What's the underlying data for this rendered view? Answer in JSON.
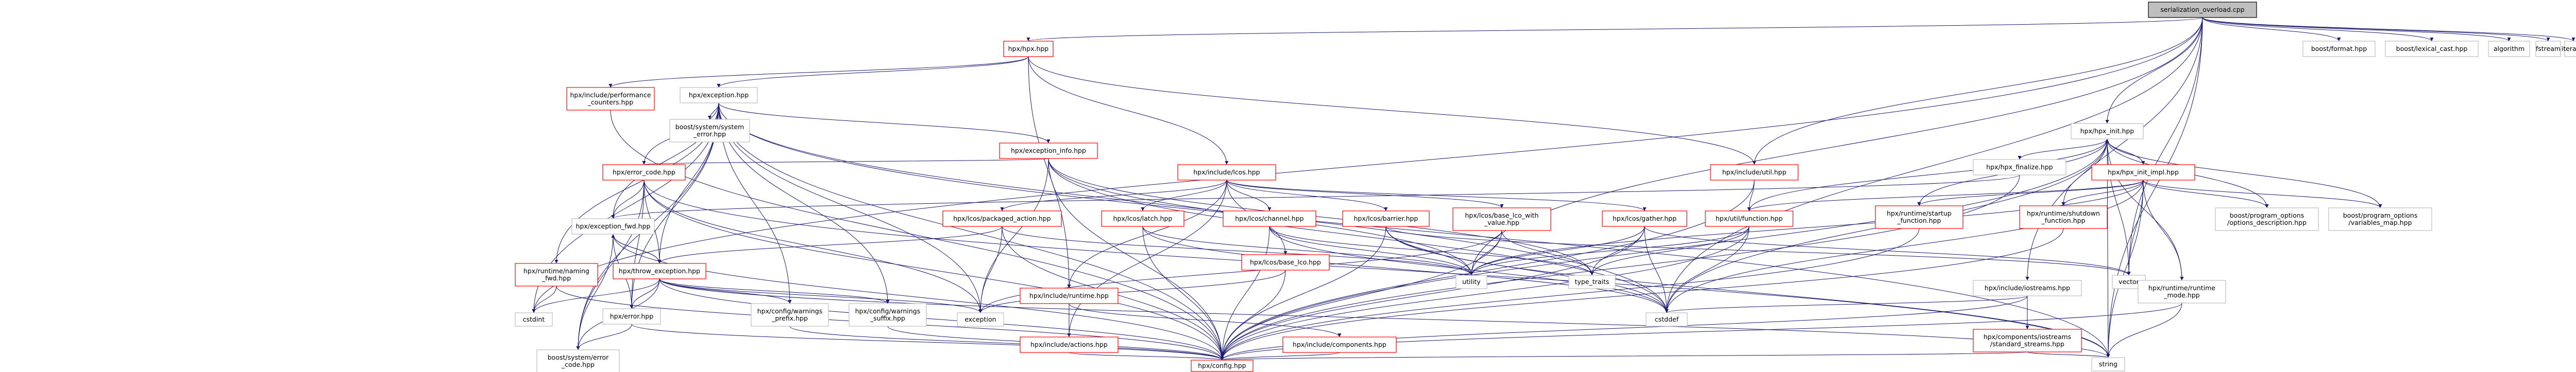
{
  "title": "serialization_overload.cpp",
  "colors": {
    "root_fill": "#bfbfbf",
    "normal_border": "#bfbfbf",
    "linked_border": "#ff0000",
    "edge": "#191970"
  },
  "nodes": [
    {
      "id": "root",
      "label": [
        "serialization_overload.cpp"
      ],
      "kind": "root"
    },
    {
      "id": "hpx_hpp",
      "label": [
        "hpx/hpx.hpp"
      ],
      "kind": "linked"
    },
    {
      "id": "perf_counters",
      "label": [
        "hpx/include/performance",
        "_counters.hpp"
      ],
      "kind": "linked"
    },
    {
      "id": "exception_hpp",
      "label": [
        "hpx/exception.hpp"
      ],
      "kind": "normal"
    },
    {
      "id": "boost_system_error",
      "label": [
        "boost/system/system",
        "_error.hpp"
      ],
      "kind": "normal"
    },
    {
      "id": "exception_info",
      "label": [
        "hpx/exception_info.hpp"
      ],
      "kind": "linked"
    },
    {
      "id": "error_code",
      "label": [
        "hpx/error_code.hpp"
      ],
      "kind": "linked"
    },
    {
      "id": "exception_fwd",
      "label": [
        "hpx/exception_fwd.hpp"
      ],
      "kind": "normal"
    },
    {
      "id": "throw_exception",
      "label": [
        "hpx/throw_exception.hpp"
      ],
      "kind": "linked"
    },
    {
      "id": "error_hpp",
      "label": [
        "hpx/error.hpp"
      ],
      "kind": "normal"
    },
    {
      "id": "warnings_prefix",
      "label": [
        "hpx/config/warnings",
        "_prefix.hpp"
      ],
      "kind": "normal"
    },
    {
      "id": "warnings_suffix",
      "label": [
        "hpx/config/warnings",
        "_suffix.hpp"
      ],
      "kind": "normal"
    },
    {
      "id": "config_hpp",
      "label": [
        "hpx/config.hpp"
      ],
      "kind": "linked"
    },
    {
      "id": "boost_error_code",
      "label": [
        "boost/system/error",
        "_code.hpp"
      ],
      "kind": "normal"
    },
    {
      "id": "exception_std",
      "label": [
        "exception"
      ],
      "kind": "normal"
    },
    {
      "id": "cstdint",
      "label": [
        "cstdint"
      ],
      "kind": "normal"
    },
    {
      "id": "warning_fwd",
      "label": [
        "hpx/runtime/naming",
        "_fwd.hpp"
      ],
      "kind": "linked"
    },
    {
      "id": "lcos_hpp",
      "label": [
        "hpx/include/lcos.hpp"
      ],
      "kind": "linked"
    },
    {
      "id": "packaged_action",
      "label": [
        "hpx/lcos/packaged_action.hpp"
      ],
      "kind": "linked"
    },
    {
      "id": "latch",
      "label": [
        "hpx/lcos/latch.hpp"
      ],
      "kind": "linked"
    },
    {
      "id": "channel",
      "label": [
        "hpx/lcos/channel.hpp"
      ],
      "kind": "linked"
    },
    {
      "id": "barrier",
      "label": [
        "hpx/lcos/barrier.hpp"
      ],
      "kind": "linked"
    },
    {
      "id": "base_lco_value",
      "label": [
        "hpx/lcos/base_lco_with",
        "_value.hpp"
      ],
      "kind": "linked"
    },
    {
      "id": "base_lco",
      "label": [
        "hpx/lcos/base_lco.hpp"
      ],
      "kind": "linked"
    },
    {
      "id": "gather",
      "label": [
        "hpx/lcos/gather.hpp"
      ],
      "kind": "linked"
    },
    {
      "id": "include_runtime",
      "label": [
        "hpx/include/runtime.hpp"
      ],
      "kind": "linked"
    },
    {
      "id": "include_actions",
      "label": [
        "hpx/include/actions.hpp"
      ],
      "kind": "linked"
    },
    {
      "id": "include_components",
      "label": [
        "hpx/include/components.hpp"
      ],
      "kind": "linked"
    },
    {
      "id": "include_util",
      "label": [
        "hpx/include/util.hpp"
      ],
      "kind": "linked"
    },
    {
      "id": "util_function",
      "label": [
        "hpx/util/function.hpp"
      ],
      "kind": "linked"
    },
    {
      "id": "utility",
      "label": [
        "utility"
      ],
      "kind": "normal"
    },
    {
      "id": "type_traits",
      "label": [
        "type_traits"
      ],
      "kind": "normal"
    },
    {
      "id": "cstddef",
      "label": [
        "cstddef"
      ],
      "kind": "normal"
    },
    {
      "id": "string",
      "label": [
        "string"
      ],
      "kind": "normal"
    },
    {
      "id": "vector",
      "label": [
        "vector"
      ],
      "kind": "normal"
    },
    {
      "id": "include_iostreams",
      "label": [
        "hpx/include/iostreams.hpp"
      ],
      "kind": "normal"
    },
    {
      "id": "standard_streams",
      "label": [
        "hpx/components/iostreams",
        "/standard_streams.hpp"
      ],
      "kind": "linked"
    },
    {
      "id": "hpx_init",
      "label": [
        "hpx/hpx_init.hpp"
      ],
      "kind": "normal"
    },
    {
      "id": "hpx_finalize",
      "label": [
        "hpx/hpx_finalize.hpp"
      ],
      "kind": "normal"
    },
    {
      "id": "hpx_init_impl",
      "label": [
        "hpx/hpx_init_impl.hpp"
      ],
      "kind": "linked"
    },
    {
      "id": "startup_function",
      "label": [
        "hpx/runtime/startup",
        "_function.hpp"
      ],
      "kind": "linked"
    },
    {
      "id": "shutdown_function",
      "label": [
        "hpx/runtime/shutdown",
        "_function.hpp"
      ],
      "kind": "linked"
    },
    {
      "id": "runtime_mode",
      "label": [
        "hpx/runtime/runtime",
        "_mode.hpp"
      ],
      "kind": "normal"
    },
    {
      "id": "options_description",
      "label": [
        "boost/program_options",
        "/options_description.hpp"
      ],
      "kind": "normal"
    },
    {
      "id": "variables_map",
      "label": [
        "boost/program_options",
        "/variables_map.hpp"
      ],
      "kind": "normal"
    },
    {
      "id": "boost_format",
      "label": [
        "boost/format.hpp"
      ],
      "kind": "normal"
    },
    {
      "id": "lexical_cast",
      "label": [
        "boost/lexical_cast.hpp"
      ],
      "kind": "normal"
    },
    {
      "id": "algorithm",
      "label": [
        "algorithm"
      ],
      "kind": "normal"
    },
    {
      "id": "fstream",
      "label": [
        "fstream"
      ],
      "kind": "normal"
    },
    {
      "id": "iterator",
      "label": [
        "iterator"
      ],
      "kind": "normal"
    }
  ],
  "edges": [
    [
      "root",
      "hpx_hpp"
    ],
    [
      "root",
      "hpx_init"
    ],
    [
      "root",
      "include_iostreams"
    ],
    [
      "root",
      "boost_format"
    ],
    [
      "root",
      "lexical_cast"
    ],
    [
      "root",
      "algorithm"
    ],
    [
      "root",
      "fstream"
    ],
    [
      "root",
      "iterator"
    ],
    [
      "root",
      "string"
    ],
    [
      "root",
      "vector"
    ],
    [
      "root",
      "cstddef"
    ],
    [
      "root",
      "utility"
    ],
    [
      "root",
      "cstdint"
    ],
    [
      "root",
      "include_util"
    ],
    [
      "hpx_hpp",
      "perf_counters"
    ],
    [
      "hpx_hpp",
      "exception_hpp"
    ],
    [
      "hpx_hpp",
      "lcos_hpp"
    ],
    [
      "hpx_hpp",
      "include_util"
    ],
    [
      "hpx_hpp",
      "include_runtime"
    ],
    [
      "perf_counters",
      "config_hpp"
    ],
    [
      "exception_hpp",
      "boost_system_error"
    ],
    [
      "exception_hpp",
      "exception_info"
    ],
    [
      "exception_hpp",
      "error_code"
    ],
    [
      "exception_hpp",
      "exception_fwd"
    ],
    [
      "exception_hpp",
      "throw_exception"
    ],
    [
      "exception_hpp",
      "error_hpp"
    ],
    [
      "exception_hpp",
      "warnings_prefix"
    ],
    [
      "exception_hpp",
      "warnings_suffix"
    ],
    [
      "exception_hpp",
      "config_hpp"
    ],
    [
      "exception_hpp",
      "boost_error_code"
    ],
    [
      "exception_hpp",
      "exception_std"
    ],
    [
      "exception_hpp",
      "cstdint"
    ],
    [
      "exception_hpp",
      "string"
    ],
    [
      "exception_hpp",
      "cstddef"
    ],
    [
      "exception_hpp",
      "warning_fwd"
    ],
    [
      "exception_info",
      "error_code"
    ],
    [
      "exception_info",
      "config_hpp"
    ],
    [
      "exception_info",
      "exception_std"
    ],
    [
      "exception_info",
      "utility"
    ],
    [
      "exception_info",
      "type_traits"
    ],
    [
      "exception_info",
      "cstddef"
    ],
    [
      "error_code",
      "exception_fwd"
    ],
    [
      "error_code",
      "throw_exception"
    ],
    [
      "error_code",
      "error_hpp"
    ],
    [
      "error_code",
      "config_hpp"
    ],
    [
      "error_code",
      "boost_error_code"
    ],
    [
      "error_code",
      "exception_std"
    ],
    [
      "error_code",
      "string"
    ],
    [
      "exception_fwd",
      "throw_exception"
    ],
    [
      "exception_fwd",
      "error_hpp"
    ],
    [
      "exception_fwd",
      "config_hpp"
    ],
    [
      "exception_fwd",
      "boost_error_code"
    ],
    [
      "throw_exception",
      "exception_fwd"
    ],
    [
      "throw_exception",
      "error_hpp"
    ],
    [
      "throw_exception",
      "warnings_prefix"
    ],
    [
      "throw_exception",
      "warnings_suffix"
    ],
    [
      "throw_exception",
      "config_hpp"
    ],
    [
      "throw_exception",
      "boost_error_code"
    ],
    [
      "throw_exception",
      "exception_std"
    ],
    [
      "throw_exception",
      "string"
    ],
    [
      "throw_exception",
      "cstdint"
    ],
    [
      "error_hpp",
      "config_hpp"
    ],
    [
      "error_hpp",
      "boost_error_code"
    ],
    [
      "warnings_prefix",
      "config_hpp"
    ],
    [
      "warnings_suffix",
      "config_hpp"
    ],
    [
      "warning_fwd",
      "config_hpp"
    ],
    [
      "warning_fwd",
      "cstdint"
    ],
    [
      "lcos_hpp",
      "packaged_action"
    ],
    [
      "lcos_hpp",
      "latch"
    ],
    [
      "lcos_hpp",
      "channel"
    ],
    [
      "lcos_hpp",
      "barrier"
    ],
    [
      "lcos_hpp",
      "base_lco_value"
    ],
    [
      "lcos_hpp",
      "base_lco"
    ],
    [
      "lcos_hpp",
      "gather"
    ],
    [
      "lcos_hpp",
      "include_actions"
    ],
    [
      "lcos_hpp",
      "include_runtime"
    ],
    [
      "packaged_action",
      "throw_exception"
    ],
    [
      "packaged_action",
      "config_hpp"
    ],
    [
      "packaged_action",
      "exception_std"
    ],
    [
      "packaged_action",
      "utility"
    ],
    [
      "latch",
      "config_hpp"
    ],
    [
      "latch",
      "cstddef"
    ],
    [
      "latch",
      "utility"
    ],
    [
      "channel",
      "config_hpp"
    ],
    [
      "channel",
      "utility"
    ],
    [
      "channel",
      "cstddef"
    ],
    [
      "channel",
      "type_traits"
    ],
    [
      "barrier",
      "config_hpp"
    ],
    [
      "barrier",
      "cstddef"
    ],
    [
      "barrier",
      "string"
    ],
    [
      "barrier",
      "utility"
    ],
    [
      "barrier",
      "vector"
    ],
    [
      "base_lco_value",
      "config_hpp"
    ],
    [
      "base_lco_value",
      "utility"
    ],
    [
      "base_lco_value",
      "type_traits"
    ],
    [
      "base_lco_value",
      "exception_std"
    ],
    [
      "base_lco",
      "config_hpp"
    ],
    [
      "base_lco",
      "exception_std"
    ],
    [
      "gather",
      "config_hpp"
    ],
    [
      "gather",
      "utility"
    ],
    [
      "gather",
      "vector"
    ],
    [
      "gather",
      "type_traits"
    ],
    [
      "gather",
      "cstddef"
    ],
    [
      "include_runtime",
      "include_actions"
    ],
    [
      "include_runtime",
      "include_components"
    ],
    [
      "include_actions",
      "config_hpp"
    ],
    [
      "include_components",
      "config_hpp"
    ],
    [
      "include_util",
      "util_function"
    ],
    [
      "include_util",
      "config_hpp"
    ],
    [
      "util_function",
      "config_hpp"
    ],
    [
      "util_function",
      "utility"
    ],
    [
      "util_function",
      "type_traits"
    ],
    [
      "util_function",
      "cstddef"
    ],
    [
      "include_iostreams",
      "standard_streams"
    ],
    [
      "include_iostreams",
      "config_hpp"
    ],
    [
      "include_iostreams",
      "cstddef"
    ],
    [
      "standard_streams",
      "config_hpp"
    ],
    [
      "standard_streams",
      "string"
    ],
    [
      "hpx_init",
      "hpx_finalize"
    ],
    [
      "hpx_init",
      "hpx_init_impl"
    ],
    [
      "hpx_init",
      "startup_function"
    ],
    [
      "hpx_init",
      "shutdown_function"
    ],
    [
      "hpx_init",
      "runtime_mode"
    ],
    [
      "hpx_init",
      "options_description"
    ],
    [
      "hpx_init",
      "variables_map"
    ],
    [
      "hpx_init",
      "config_hpp"
    ],
    [
      "hpx_init",
      "util_function"
    ],
    [
      "hpx_init",
      "vector"
    ],
    [
      "hpx_init",
      "string"
    ],
    [
      "hpx_init",
      "cstddef"
    ],
    [
      "hpx_finalize",
      "config_hpp"
    ],
    [
      "hpx_finalize",
      "exception_fwd"
    ],
    [
      "hpx_init_impl",
      "hpx_init"
    ],
    [
      "hpx_init_impl",
      "startup_function"
    ],
    [
      "hpx_init_impl",
      "shutdown_function"
    ],
    [
      "hpx_init_impl",
      "runtime_mode"
    ],
    [
      "hpx_init_impl",
      "options_description"
    ],
    [
      "hpx_init_impl",
      "variables_map"
    ],
    [
      "hpx_init_impl",
      "util_function"
    ],
    [
      "hpx_init_impl",
      "vector"
    ],
    [
      "hpx_init_impl",
      "string"
    ],
    [
      "hpx_init_impl",
      "utility"
    ],
    [
      "hpx_init_impl",
      "cstddef"
    ],
    [
      "startup_function",
      "config_hpp"
    ],
    [
      "shutdown_function",
      "config_hpp"
    ],
    [
      "runtime_mode",
      "config_hpp"
    ],
    [
      "runtime_mode",
      "string"
    ]
  ]
}
